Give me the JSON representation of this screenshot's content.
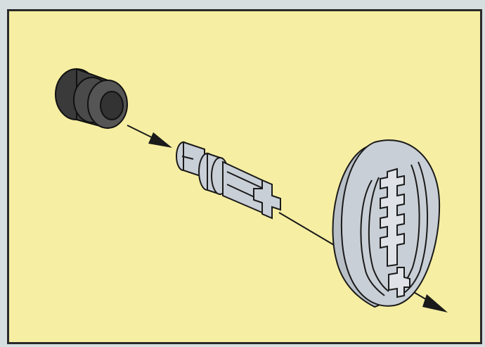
{
  "figure": {
    "background_color": "#f6eea2",
    "border_color": "#2a2a2a",
    "parts": [
      {
        "name": "bushing",
        "color": "#4a4a4a"
      },
      {
        "name": "axle-pin",
        "color": "#c9cfd6"
      },
      {
        "name": "oval-gear-plate",
        "color": "#c9cfd6"
      }
    ],
    "icons": [
      "arrow-icon"
    ]
  }
}
